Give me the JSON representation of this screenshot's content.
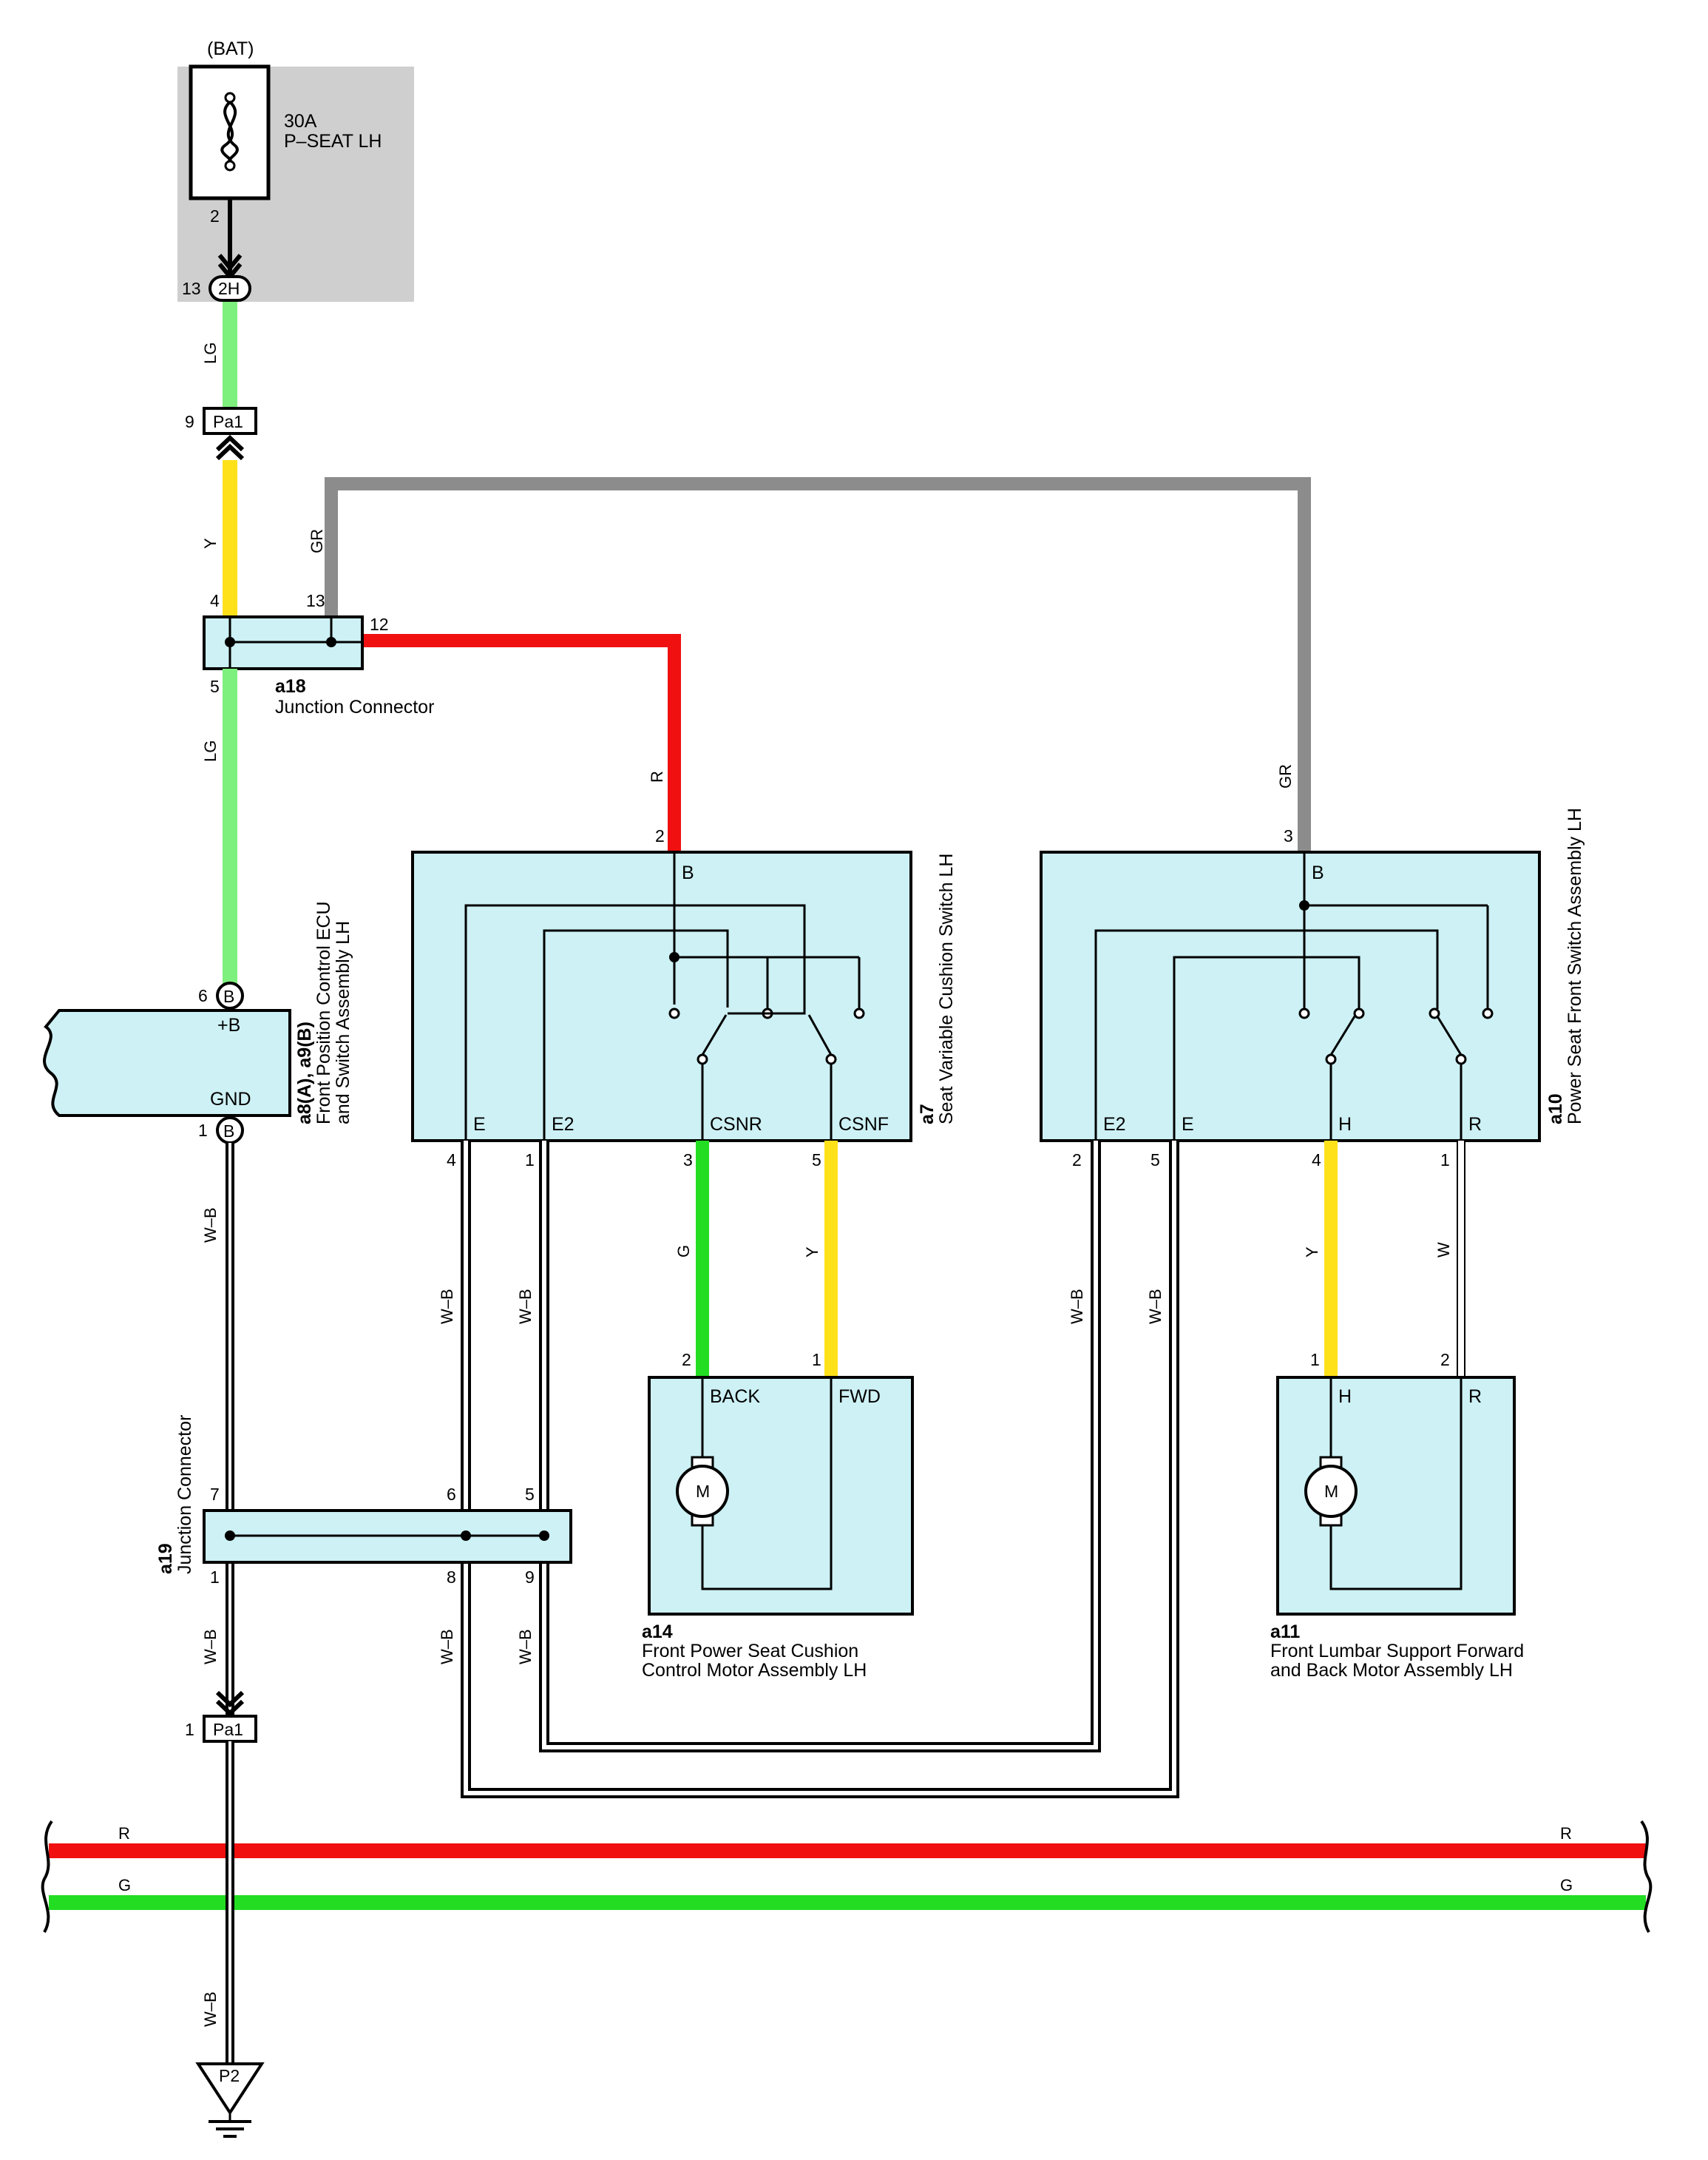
{
  "wire_colors": {
    "LG": "#7ef07e",
    "Y": "#ffe11a",
    "GR": "#8c8c8c",
    "R": "#f01010",
    "G": "#22dd22",
    "WB": "#000000",
    "W": "#ffffff",
    "fuse_bg": "#cfcfcf",
    "component_fill": "#cdf1f5"
  },
  "fuse": {
    "source": "(BAT)",
    "rating": "30A",
    "name": "P–SEAT LH",
    "pin": "2",
    "connector_pin": "13",
    "connector_id": "2H"
  },
  "wire_labels": {
    "lg_top": "LG",
    "y_left": "Y",
    "gr_left": "GR",
    "lg_mid": "LG",
    "r_top": "R",
    "gr_right": "GR",
    "wb_ecu": "W–B",
    "wb_a7_e": "W–B",
    "wb_a7_e2": "W–B",
    "g_motor": "G",
    "y_motor": "Y",
    "wb_a10_e2": "W–B",
    "wb_a10_e": "W–B",
    "y_lumbar": "Y",
    "w_lumbar": "W",
    "wb_a19_left": "W–B",
    "wb_a19_6": "W–B",
    "wb_a19_5": "W–B",
    "wb_ground": "W–B"
  },
  "pa1_top": {
    "id": "Pa1",
    "pin": "9"
  },
  "pa1_bottom": {
    "id": "Pa1",
    "pin": "1"
  },
  "a18": {
    "id": "a18",
    "name": "Junction Connector",
    "pins": {
      "p4": "4",
      "p13": "13",
      "p12": "12",
      "p5": "5"
    }
  },
  "ecu": {
    "id": "a8(A), a9(B)",
    "name_line1": "Front Position Control ECU",
    "name_line2": "and Switch Assembly LH",
    "terminal_b": "+B",
    "terminal_gnd": "GND",
    "pin_b": "6",
    "pin_gnd": "1",
    "connector_b": "B",
    "connector_gnd": "B"
  },
  "a7": {
    "id": "a7",
    "name": "Seat Variable Cushion Switch LH",
    "pin_b": "2",
    "terminals": {
      "b": "B",
      "e": "E",
      "e2": "E2",
      "csnr": "CSNR",
      "csnf": "CSNF"
    },
    "pins": {
      "e": "4",
      "e2": "1",
      "csnr": "3",
      "csnf": "5"
    }
  },
  "a10": {
    "id": "a10",
    "name": "Power Seat Front Switch Assembly LH",
    "pin_b": "3",
    "terminals": {
      "b": "B",
      "e2": "E2",
      "e": "E",
      "h": "H",
      "r": "R"
    },
    "pins": {
      "e2": "2",
      "e": "5",
      "h": "4",
      "r": "1"
    }
  },
  "a14": {
    "id": "a14",
    "name_line1": "Front Power Seat Cushion",
    "name_line2": "Control Motor Assembly LH",
    "terminals": {
      "back": "BACK",
      "fwd": "FWD"
    },
    "pins": {
      "back": "2",
      "fwd": "1"
    },
    "motor": "M"
  },
  "a11": {
    "id": "a11",
    "name_line1": "Front Lumbar Support Forward",
    "name_line2": "and Back Motor Assembly LH",
    "terminals": {
      "h": "H",
      "r": "R"
    },
    "pins": {
      "h": "1",
      "r": "2"
    },
    "motor": "M"
  },
  "a19": {
    "id": "a19",
    "name": "Junction Connector",
    "pins": {
      "p7": "7",
      "p6": "6",
      "p5": "5",
      "p1": "1",
      "p8": "8",
      "p9": "9"
    }
  },
  "bus": {
    "r_left": "R",
    "r_right": "R",
    "g_left": "G",
    "g_right": "G"
  },
  "ground": {
    "id": "P2"
  }
}
